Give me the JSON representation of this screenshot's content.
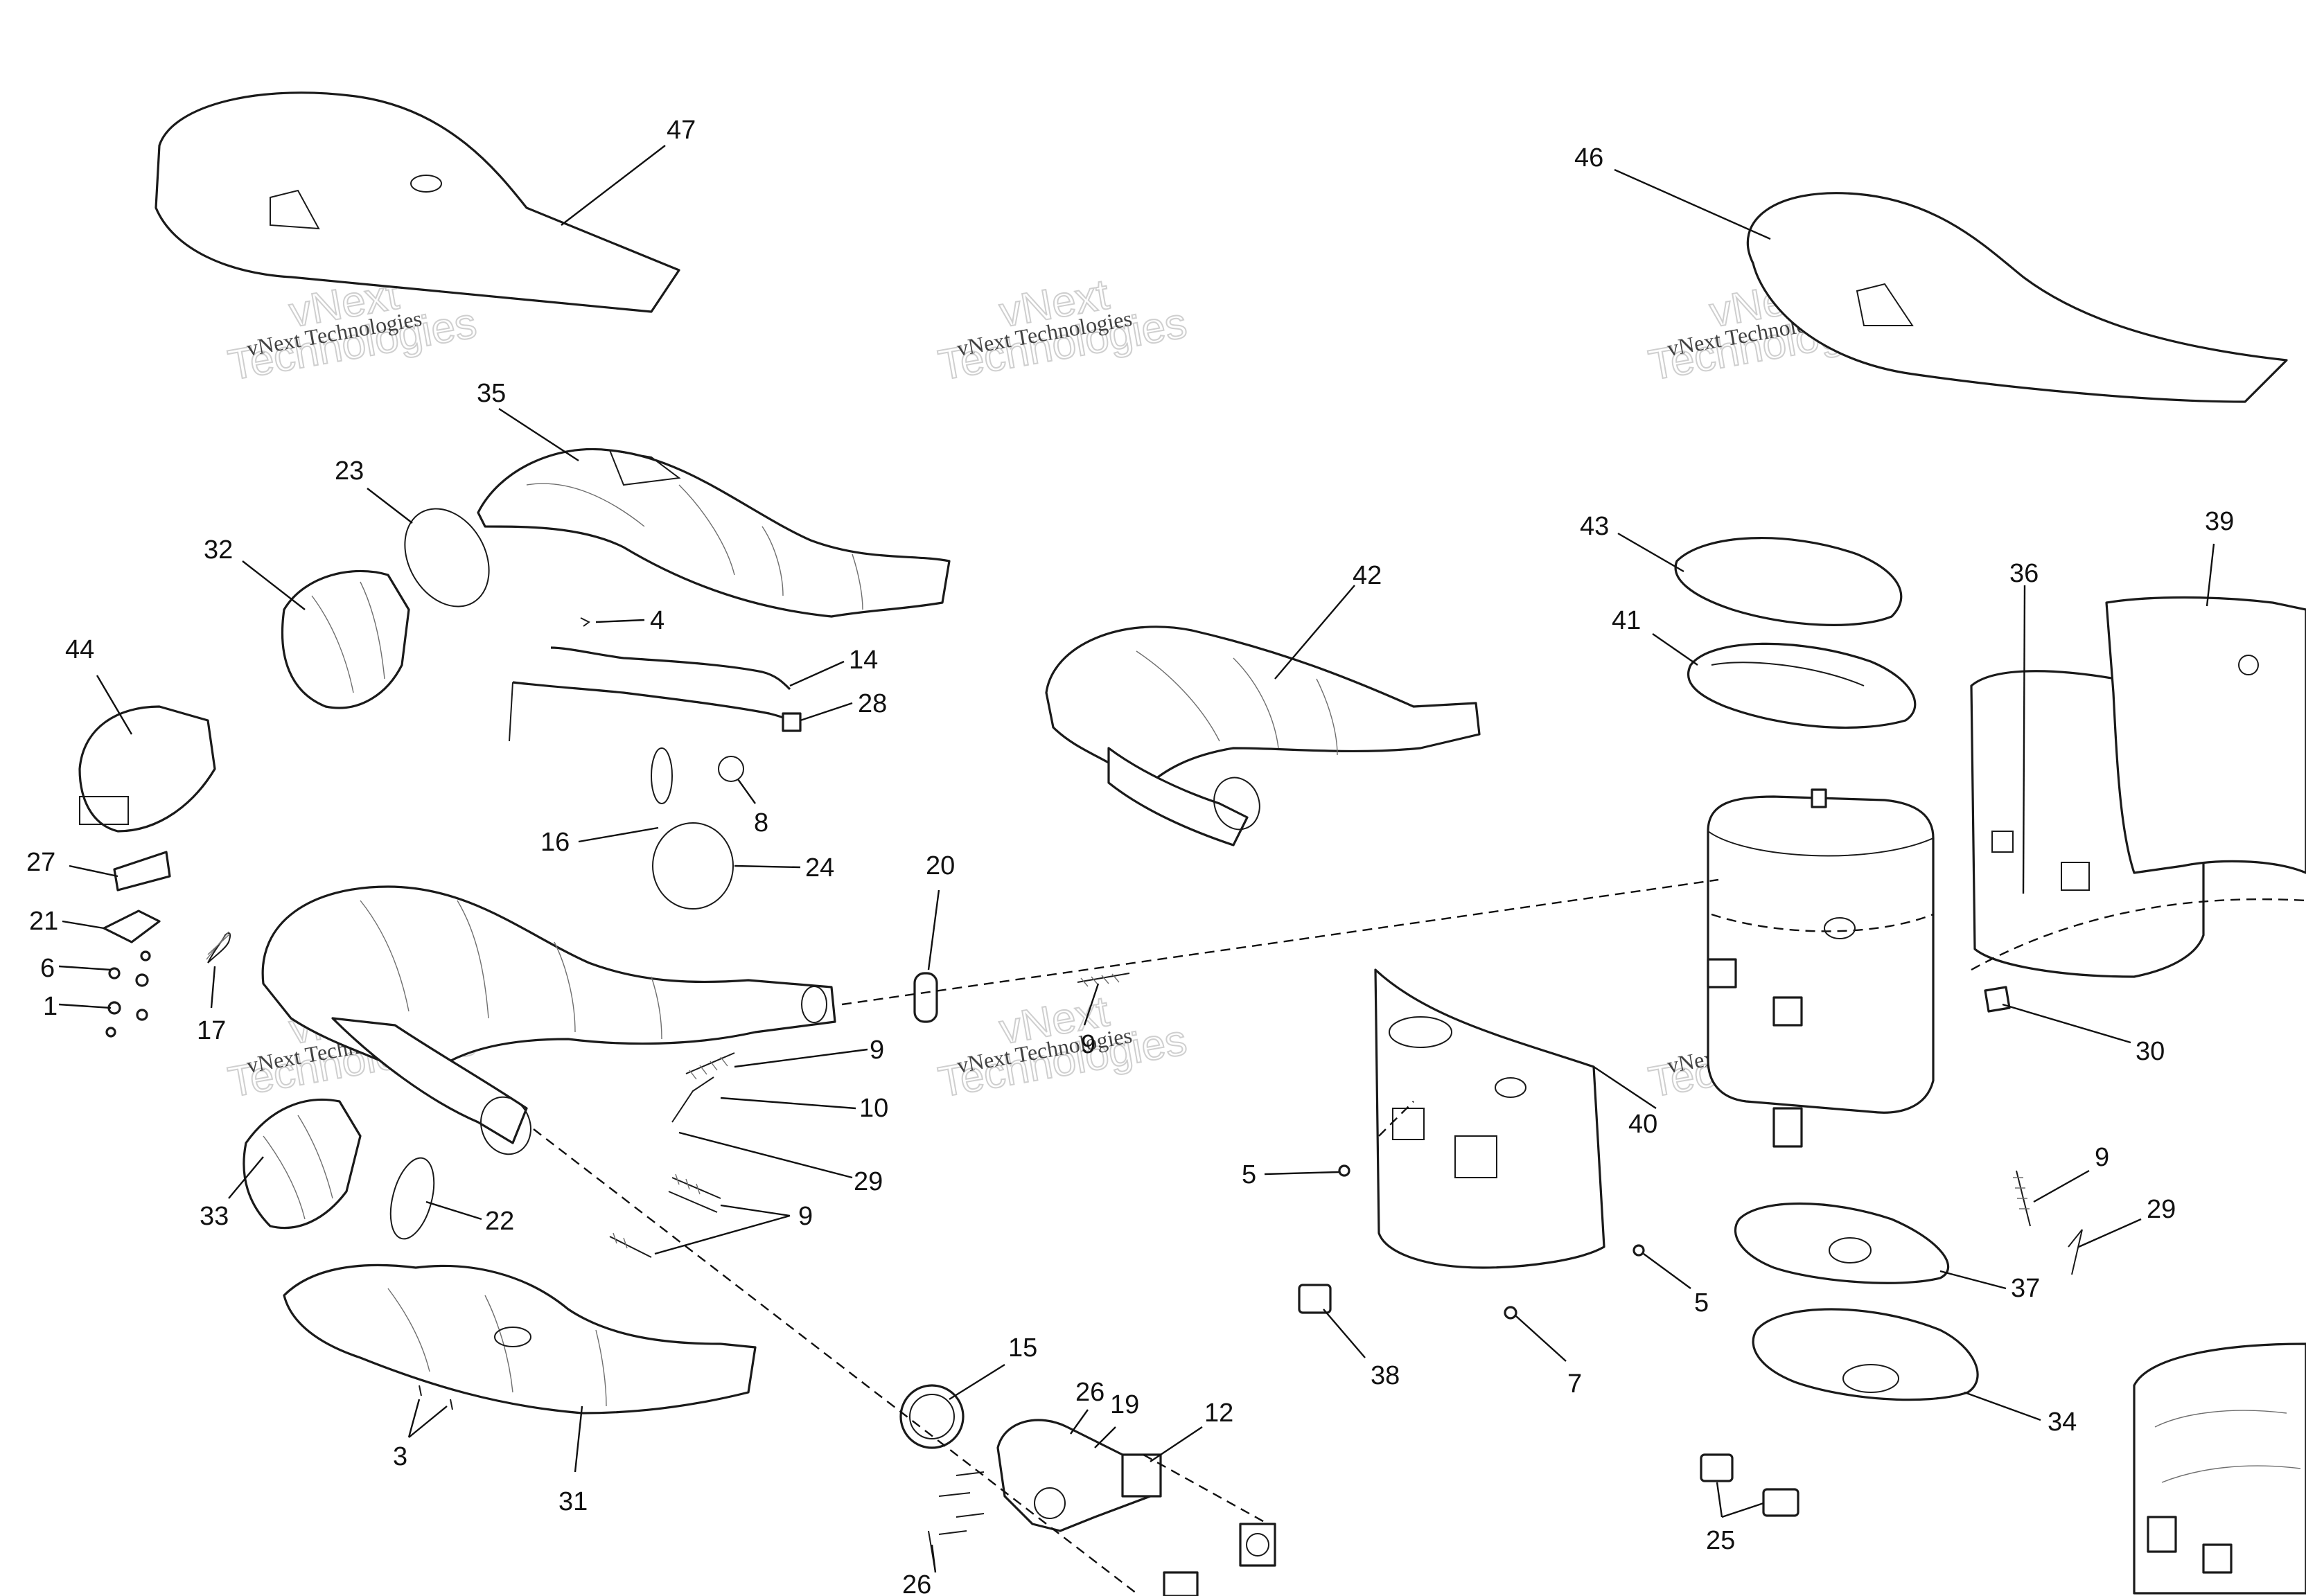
{
  "watermark": {
    "line1": "vNext Technologies",
    "line2": "vNext",
    "line3": "Technologies"
  },
  "callouts": [
    {
      "id": "c47",
      "label": "47"
    },
    {
      "id": "c46",
      "label": "46"
    },
    {
      "id": "c35",
      "label": "35"
    },
    {
      "id": "c23",
      "label": "23"
    },
    {
      "id": "c32",
      "label": "32"
    },
    {
      "id": "c44",
      "label": "44"
    },
    {
      "id": "c4",
      "label": "4"
    },
    {
      "id": "c14",
      "label": "14"
    },
    {
      "id": "c28",
      "label": "28"
    },
    {
      "id": "c8",
      "label": "8"
    },
    {
      "id": "c16",
      "label": "16"
    },
    {
      "id": "c24",
      "label": "24"
    },
    {
      "id": "c27",
      "label": "27"
    },
    {
      "id": "c21",
      "label": "21"
    },
    {
      "id": "c6",
      "label": "6"
    },
    {
      "id": "c1",
      "label": "1"
    },
    {
      "id": "c17",
      "label": "17"
    },
    {
      "id": "c20",
      "label": "20"
    },
    {
      "id": "c9a",
      "label": "9"
    },
    {
      "id": "c9b",
      "label": "9"
    },
    {
      "id": "c10",
      "label": "10"
    },
    {
      "id": "c29a",
      "label": "29"
    },
    {
      "id": "c33",
      "label": "33"
    },
    {
      "id": "c22",
      "label": "22"
    },
    {
      "id": "c9c",
      "label": "9"
    },
    {
      "id": "c3",
      "label": "3"
    },
    {
      "id": "c31",
      "label": "31"
    },
    {
      "id": "c15",
      "label": "15"
    },
    {
      "id": "c26a",
      "label": "26"
    },
    {
      "id": "c19",
      "label": "19"
    },
    {
      "id": "c12",
      "label": "12"
    },
    {
      "id": "c26b",
      "label": "26"
    },
    {
      "id": "c42",
      "label": "42"
    },
    {
      "id": "c43",
      "label": "43"
    },
    {
      "id": "c41",
      "label": "41"
    },
    {
      "id": "c36",
      "label": "36"
    },
    {
      "id": "c39",
      "label": "39"
    },
    {
      "id": "c30",
      "label": "30"
    },
    {
      "id": "c40",
      "label": "40"
    },
    {
      "id": "c5a",
      "label": "5"
    },
    {
      "id": "c5b",
      "label": "5"
    },
    {
      "id": "c7",
      "label": "7"
    },
    {
      "id": "c38",
      "label": "38"
    },
    {
      "id": "c9d",
      "label": "9"
    },
    {
      "id": "c29b",
      "label": "29"
    },
    {
      "id": "c37",
      "label": "37"
    },
    {
      "id": "c34",
      "label": "34"
    },
    {
      "id": "c25",
      "label": "25"
    }
  ]
}
